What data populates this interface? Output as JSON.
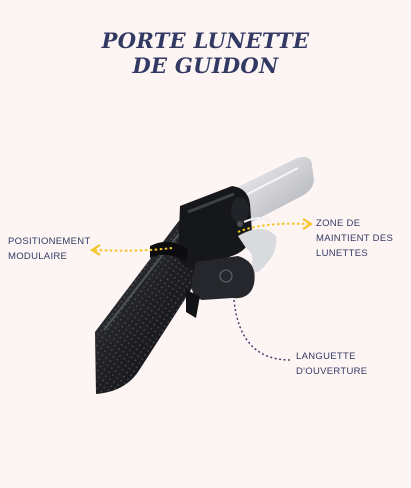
{
  "title": {
    "line1": "PORTE LUNETTE",
    "line2": "DE GUIDON"
  },
  "labels": {
    "positioning": {
      "line1": "POSITIONEMENT",
      "line2": "MODULAIRE"
    },
    "zone": {
      "line1": "ZONE DE",
      "line2": "MAINTIENT DES",
      "line3": "LUNETTES"
    },
    "tab": {
      "line1": "LANGUETTE",
      "line2": "D'OUVERTURE"
    }
  },
  "colors": {
    "background": "#fdf4f4",
    "title": "#323a63",
    "arrow_yellow": "#f3c424",
    "dotted_dark": "#323a63"
  }
}
